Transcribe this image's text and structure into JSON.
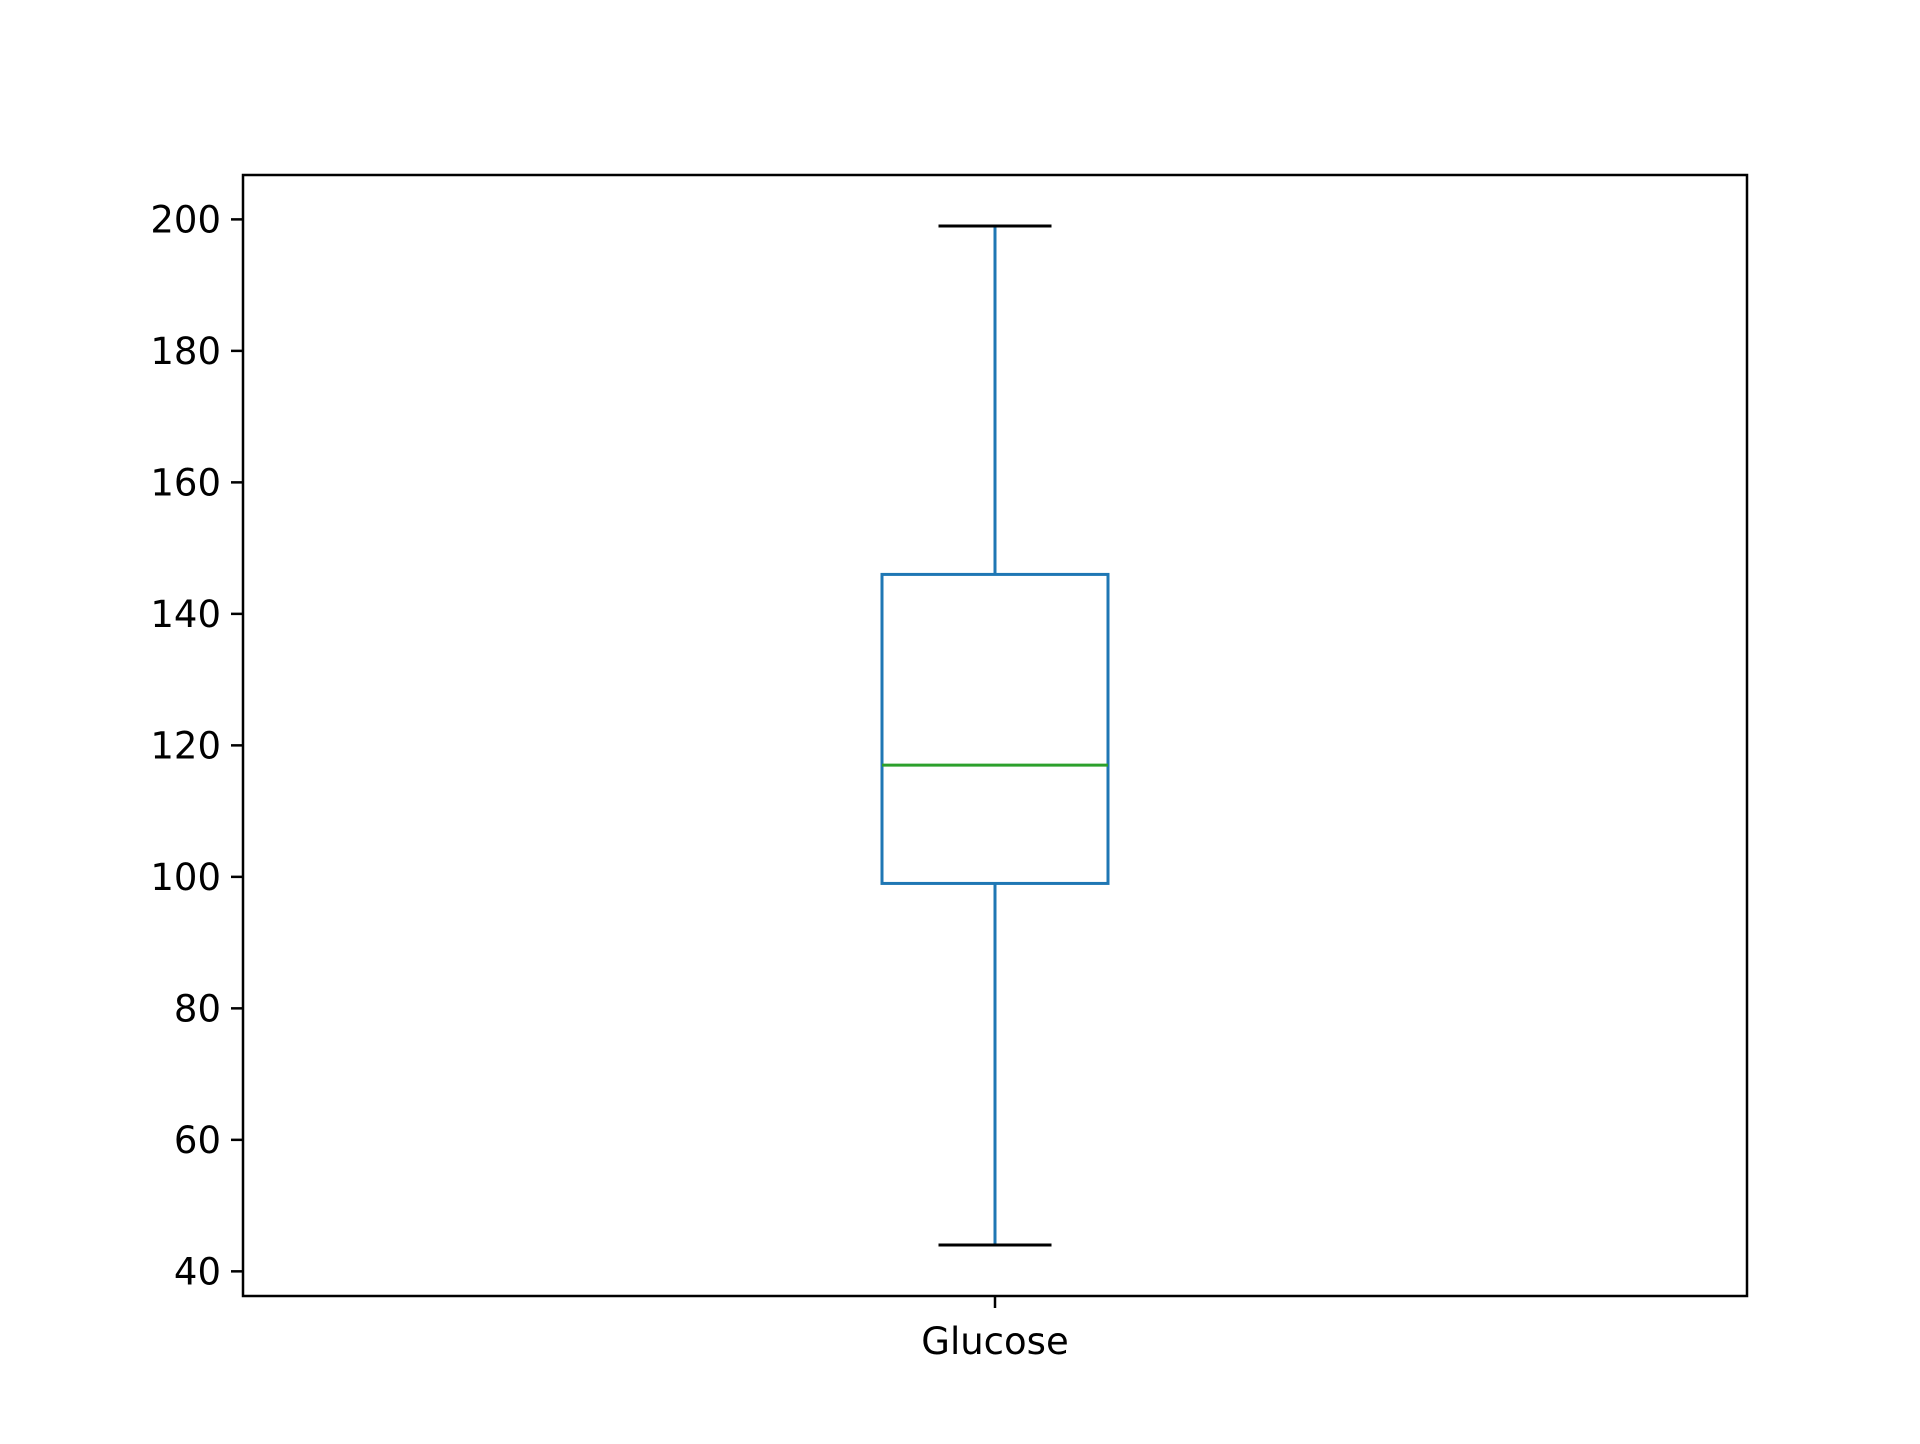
{
  "chart_data": {
    "type": "box",
    "categories": [
      "Glucose"
    ],
    "boxes": [
      {
        "category": "Glucose",
        "whisker_low": 44,
        "q1": 99,
        "median": 117,
        "q3": 146,
        "whisker_high": 199
      }
    ],
    "ylim": [
      36.25,
      206.75
    ],
    "yticks": [
      40,
      60,
      80,
      100,
      120,
      140,
      160,
      180,
      200
    ],
    "ytick_labels": [
      "40",
      "60",
      "80",
      "100",
      "120",
      "140",
      "160",
      "180",
      "200"
    ],
    "title": "",
    "xlabel": "",
    "ylabel": "",
    "grid": false,
    "colors": {
      "box": "#1f77b4",
      "median": "#2ca02c",
      "caps": "#000000",
      "axes": "#000000"
    }
  }
}
